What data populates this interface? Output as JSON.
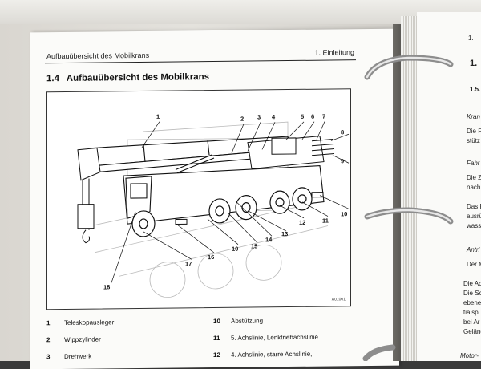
{
  "header": {
    "left": "Aufbauübersicht des Mobilkrans",
    "right": "1. Einleitung"
  },
  "section": {
    "number": "1.4",
    "title": "Aufbauübersicht des Mobilkrans"
  },
  "figure": {
    "id": "A01001",
    "callouts": [
      "1",
      "2",
      "3",
      "4",
      "5",
      "6",
      "7",
      "8",
      "9",
      "10",
      "11",
      "12",
      "13",
      "14",
      "15",
      "16",
      "17",
      "18",
      "10"
    ]
  },
  "legend": [
    {
      "num": "1",
      "label": "Teleskopausleger"
    },
    {
      "num": "2",
      "label": "Wippzylinder"
    },
    {
      "num": "3",
      "label": "Drehwerk"
    },
    {
      "num": "10",
      "label": "Abstützung"
    },
    {
      "num": "11",
      "label": "5. Achslinie, Lenktriebachslinie"
    },
    {
      "num": "12",
      "label": "4. Achslinie, starre Achslinie,"
    }
  ],
  "right_page": {
    "fragments": [
      "1.",
      "1.5.",
      "Kran",
      "Die F",
      "stütz",
      "Fahr",
      "Die Z",
      "nach",
      "Das F",
      "ausrü",
      "wass",
      "Antri",
      "Der M",
      "Die Ac",
      "Die Sc",
      "ebene",
      "tialsp",
      "bei Ar",
      "Geländ",
      "Motor-"
    ],
    "page_mark": "1."
  }
}
